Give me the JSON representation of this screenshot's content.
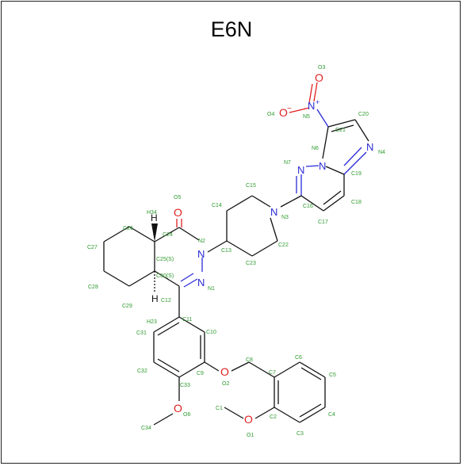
{
  "title": "E6N",
  "atom_symbols": {
    "n": "N",
    "o": "O",
    "h": "H",
    "plus": "+",
    "minus": "−"
  },
  "labels": {
    "O3": "O3",
    "O4": "O4",
    "N5": "N5",
    "C20": "C20",
    "C21": "C21",
    "N6": "N6",
    "N4": "N4",
    "N7": "N7",
    "C19": "C19",
    "C15": "C15",
    "C14": "C14",
    "N3": "N3",
    "C16": "C16",
    "C18": "C18",
    "C17": "C17",
    "O5": "O5",
    "H34": "H34",
    "C26": "C26",
    "C24": "C24",
    "N2": "N2",
    "C13": "C13",
    "C22": "C22",
    "C27": "C27",
    "C25S": "C25(S)",
    "C23": "C23",
    "C30S": "C30(S)",
    "N1": "N1",
    "C28": "C28",
    "C29": "C29",
    "C12": "C12",
    "H23": "H23",
    "C11": "C11",
    "C31": "C31",
    "C10": "C10",
    "C8": "C8",
    "C6": "C6",
    "C7": "C7",
    "C5": "C5",
    "C9": "C9",
    "C32": "C32",
    "O2": "O2",
    "C33": "C33",
    "C1": "C1",
    "C2": "C2",
    "C4": "C4",
    "O6": "O6",
    "O1": "O1",
    "C34": "C34",
    "C3": "C3"
  }
}
